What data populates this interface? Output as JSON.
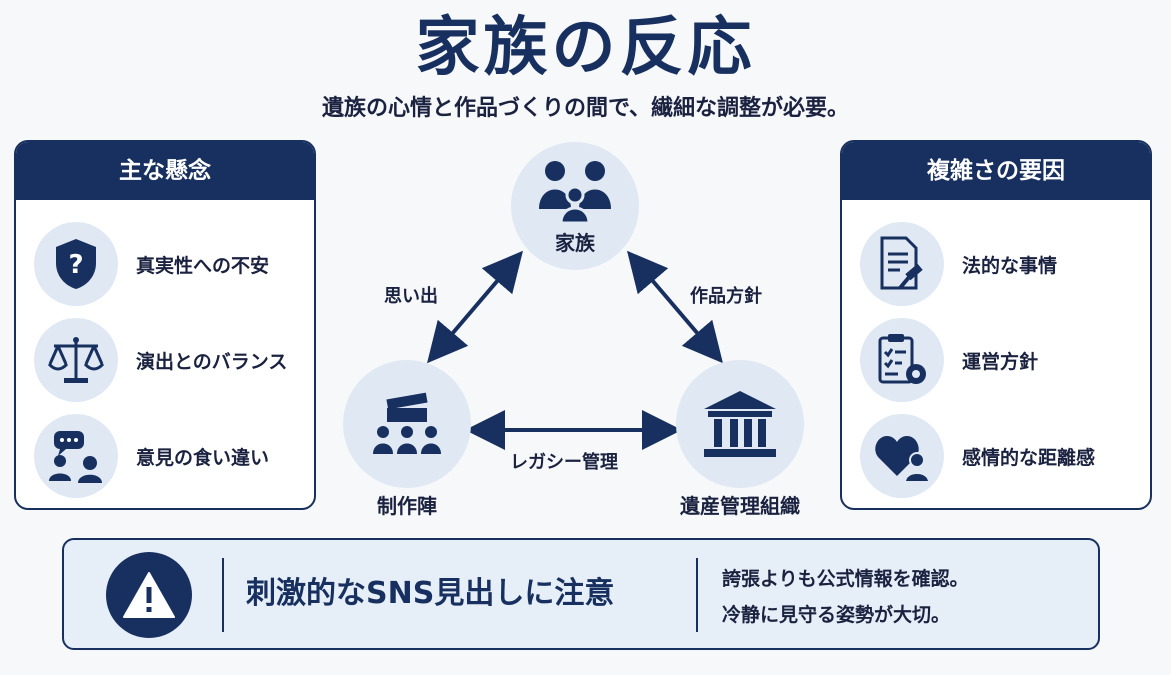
{
  "title": "家族の反応",
  "subtitle": "遺族の心情と作品づくりの間で、繊細な調整が必要。",
  "left_panel": {
    "heading": "主な懸念",
    "items": [
      {
        "icon": "shield-question-icon",
        "label": "真実性への不安"
      },
      {
        "icon": "scales-icon",
        "label": "演出とのバランス"
      },
      {
        "icon": "speech-people-icon",
        "label": "意見の食い違い"
      }
    ]
  },
  "right_panel": {
    "heading": "複雑さの要因",
    "items": [
      {
        "icon": "document-gavel-icon",
        "label": "法的な事情"
      },
      {
        "icon": "clipboard-gear-icon",
        "label": "運営方針"
      },
      {
        "icon": "heart-person-icon",
        "label": "感情的な距離感"
      }
    ]
  },
  "diagram": {
    "nodes": {
      "family": {
        "label": "家族",
        "icon": "family-icon"
      },
      "production": {
        "label": "制作陣",
        "icon": "film-crew-icon"
      },
      "estate": {
        "label": "遺産管理組織",
        "icon": "institution-icon"
      }
    },
    "edges": {
      "family_production": "思い出",
      "family_estate": "作品方針",
      "production_estate": "レガシー管理"
    }
  },
  "warning": {
    "icon": "warning-icon",
    "title": "刺激的なSNS見出しに注意",
    "notes": [
      "誇張よりも公式情報を確認。",
      "冷静に見守る姿勢が大切。"
    ]
  },
  "colors": {
    "navy": "#17305f",
    "light_blue": "#dfe8f3",
    "panel_bg": "#e6eef8"
  }
}
